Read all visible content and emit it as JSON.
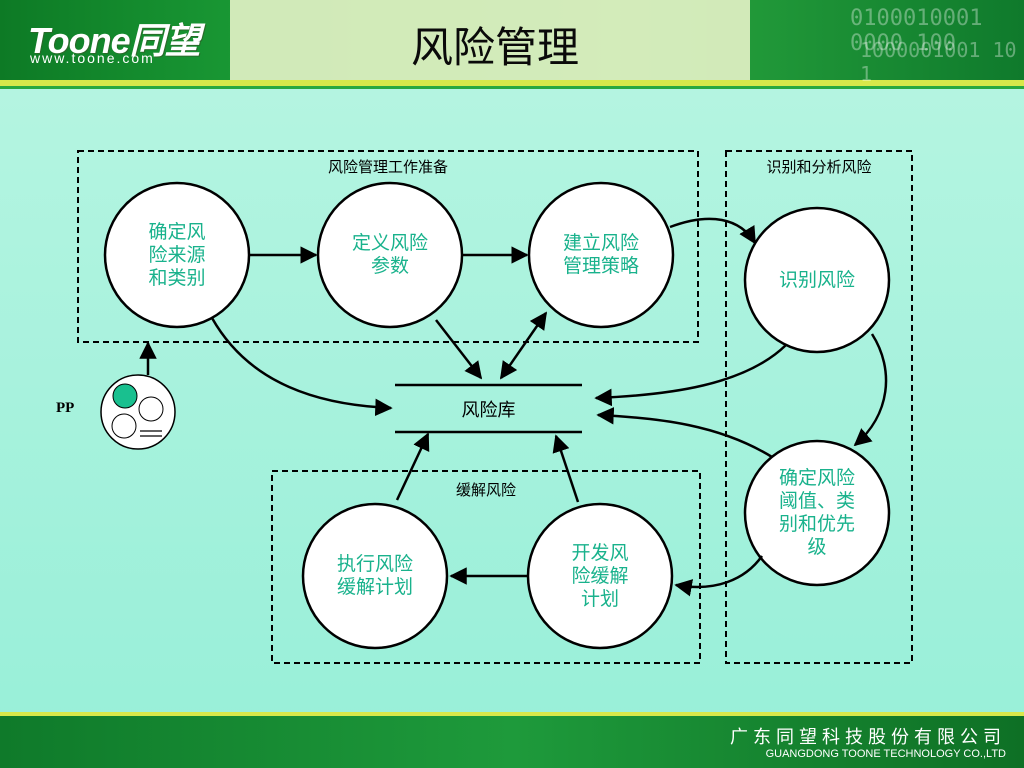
{
  "header": {
    "title": "风险管理",
    "logo_main": "Toone同望",
    "logo_url": "www.toone.com",
    "binary_line1": "0100010001 0000 100",
    "binary_line2": "1000001001 10 1"
  },
  "footer": {
    "company_cn": "广东同望科技股份有限公司",
    "company_en": "GUANGDONG TOONE TECHNOLOGY CO.,LTD"
  },
  "groups": {
    "prep": "风险管理工作准备",
    "identify": "识别和分析风险",
    "mitigate": "缓解风险"
  },
  "nodes": {
    "risk_source": "确定风\n险来源\n和类别",
    "risk_params": "定义风险\n参数",
    "strategy": "建立风险\n管理策略",
    "identify": "识别风险",
    "threshold": "确定风险\n阈值、类\n别和优先\n级",
    "dev_plan": "开发风\n险缓解\n计划",
    "exec_plan": "执行风险\n缓解计划"
  },
  "store": "风险库",
  "pp_label": "PP",
  "colors": {
    "header_green": "#12812a",
    "accent_line": "#d8e84a",
    "background": "#9ff2dd",
    "node_text": "#19b28c",
    "pp_fill": "#19c08f"
  }
}
